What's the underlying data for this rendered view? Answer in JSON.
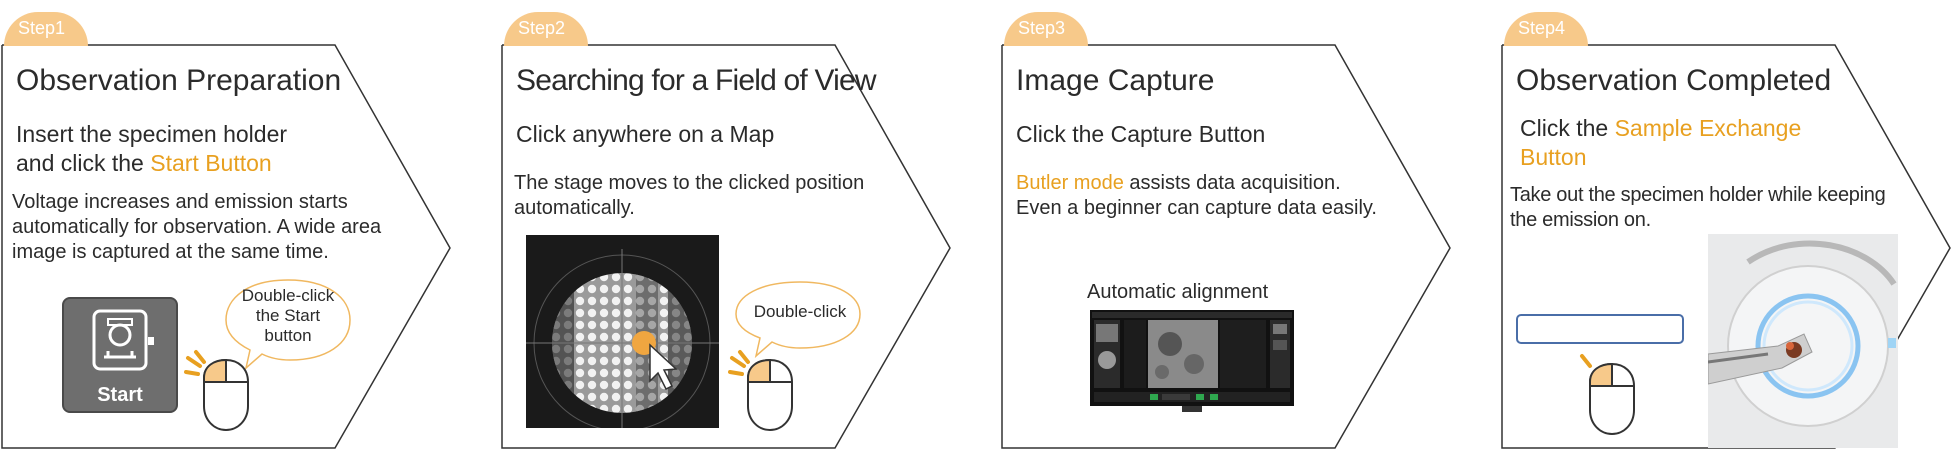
{
  "steps": [
    {
      "label": "Step1",
      "title": "Observation Preparation",
      "sub_line1": "Insert the specimen holder",
      "sub_line2_prefix": "and click the ",
      "sub_line2_highlight": "Start Button",
      "desc_line1": "Voltage increases and emission starts",
      "desc_line2": "automatically for observation. A wide area",
      "desc_line3": "image is captured at the same time.",
      "start_icon_label": "Start",
      "bubble_line1": "Double-click",
      "bubble_line2": "the Start",
      "bubble_line3": "button"
    },
    {
      "label": "Step2",
      "title": "Searching for a Field of View",
      "sub": "Click anywhere on a Map",
      "desc_line1": "The stage moves to the clicked position",
      "desc_line2": "automatically.",
      "bubble": "Double-click"
    },
    {
      "label": "Step3",
      "title": "Image Capture",
      "sub": "Click the Capture Button",
      "desc_highlight": "Butler mode",
      "desc_line1_rest": " assists data acquisition.",
      "desc_line2": "Even a beginner can capture data easily.",
      "caption": "Automatic alignment"
    },
    {
      "label": "Step4",
      "title": "Observation Completed",
      "sub_prefix": "Click the ",
      "sub_highlight_line1": "Sample Exchange",
      "sub_highlight_line2": "Button",
      "desc_line1": "Take out the specimen holder while keeping",
      "desc_line2": "the emission on."
    }
  ],
  "colors": {
    "accent": "#e8a020",
    "tab": "#f7c98a",
    "text": "#2b2b2b",
    "frame": "#333333"
  }
}
